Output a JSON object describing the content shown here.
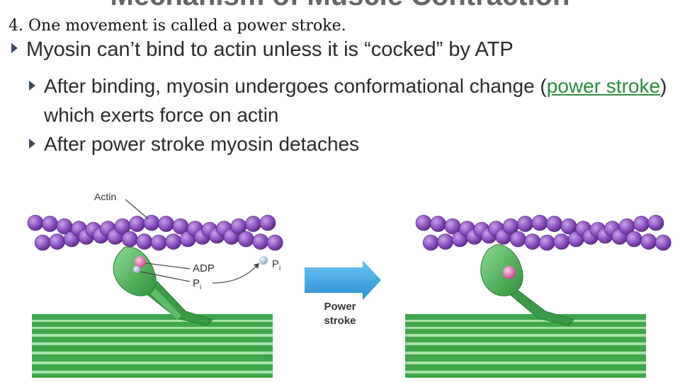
{
  "slide": {
    "cut_title": "Mechanism of Muscle Contraction",
    "caption": "4. One movement is called a power stroke.",
    "bullet1": "Myosin can’t bind to actin unless it is “cocked” by ATP",
    "bullet2_before": "After binding, myosin undergoes conformational change (",
    "bullet2_link": "power stroke",
    "bullet2_after": ") which exerts force on actin",
    "bullet3": "After power stroke myosin detaches"
  },
  "diagram": {
    "actin_label": "Actin",
    "adp_label": "ADP",
    "pi_label_left": "P",
    "pi_label_right": "P",
    "pi_subscript": "i",
    "arrow_label_line1": "Power",
    "arrow_label_line2": "stroke"
  },
  "colors": {
    "actin": "#8e4fc0",
    "myosin": "#4caf50",
    "thick_filament": "#3fa64a",
    "arrow": "#3a9fdc",
    "adp": "#e060a8",
    "phosphate": "#a8c8e0",
    "link": "#2b8a3e"
  }
}
